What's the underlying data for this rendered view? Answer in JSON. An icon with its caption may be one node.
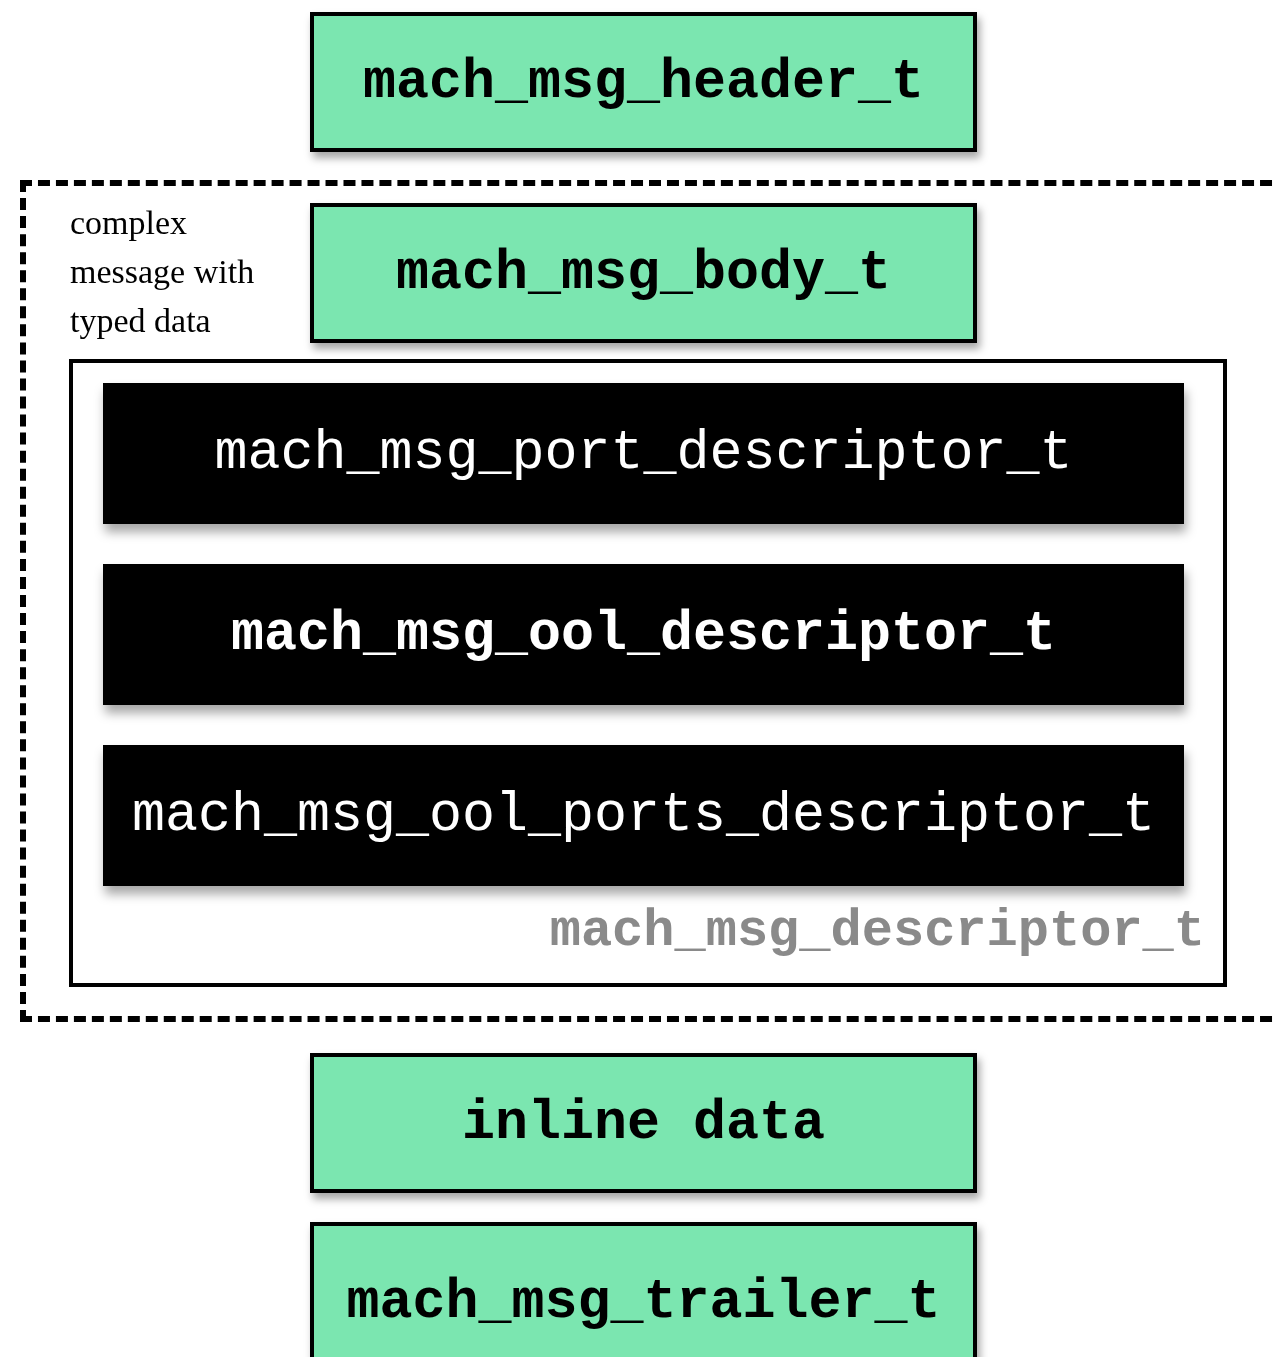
{
  "diagram": {
    "nodes": [
      {
        "text": [
          "mach_msg_header_t"
        ]
      },
      {
        "text": [
          "complex message with typed data"
        ]
      },
      {
        "text": [
          "mach_msg_body_t"
        ],
        "in": 1
      },
      {
        "text": [
          "mach_msg_descriptor_t"
        ],
        "in": 1
      },
      {
        "text": [
          "mach_msg_port_descriptor_t"
        ],
        "in": 3
      },
      {
        "text": [
          "mach_msg_ool_descriptor_t"
        ],
        "in": 3
      },
      {
        "text": [
          "mach_msg_ool_ports_descriptor_t"
        ],
        "in": 3
      },
      {
        "text": [
          "inline data"
        ]
      },
      {
        "text": [
          "mach_msg_trailer_t"
        ]
      }
    ]
  }
}
